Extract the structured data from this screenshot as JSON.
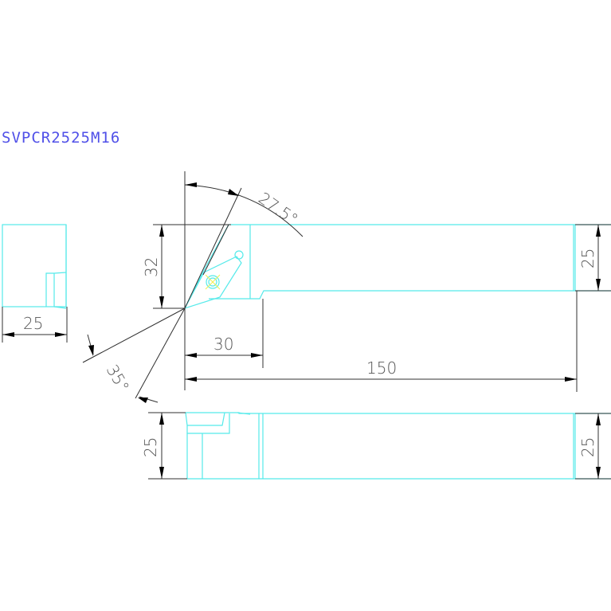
{
  "drawing": {
    "title": "SVPCR2525M16",
    "title_color": "#5050e8",
    "line_color": "#55eaea",
    "dimension_color": "#303030",
    "views": {
      "end_view": {
        "width_label": "25"
      },
      "top_view": {
        "head_height_label": "32",
        "shank_width_label": "25",
        "head_length_label": "30",
        "overall_length_label": "150",
        "approach_angle_label": "27.5°",
        "end_angle_label": "35°"
      },
      "side_view": {
        "height_left_label": "25",
        "height_right_label": "25"
      }
    }
  }
}
